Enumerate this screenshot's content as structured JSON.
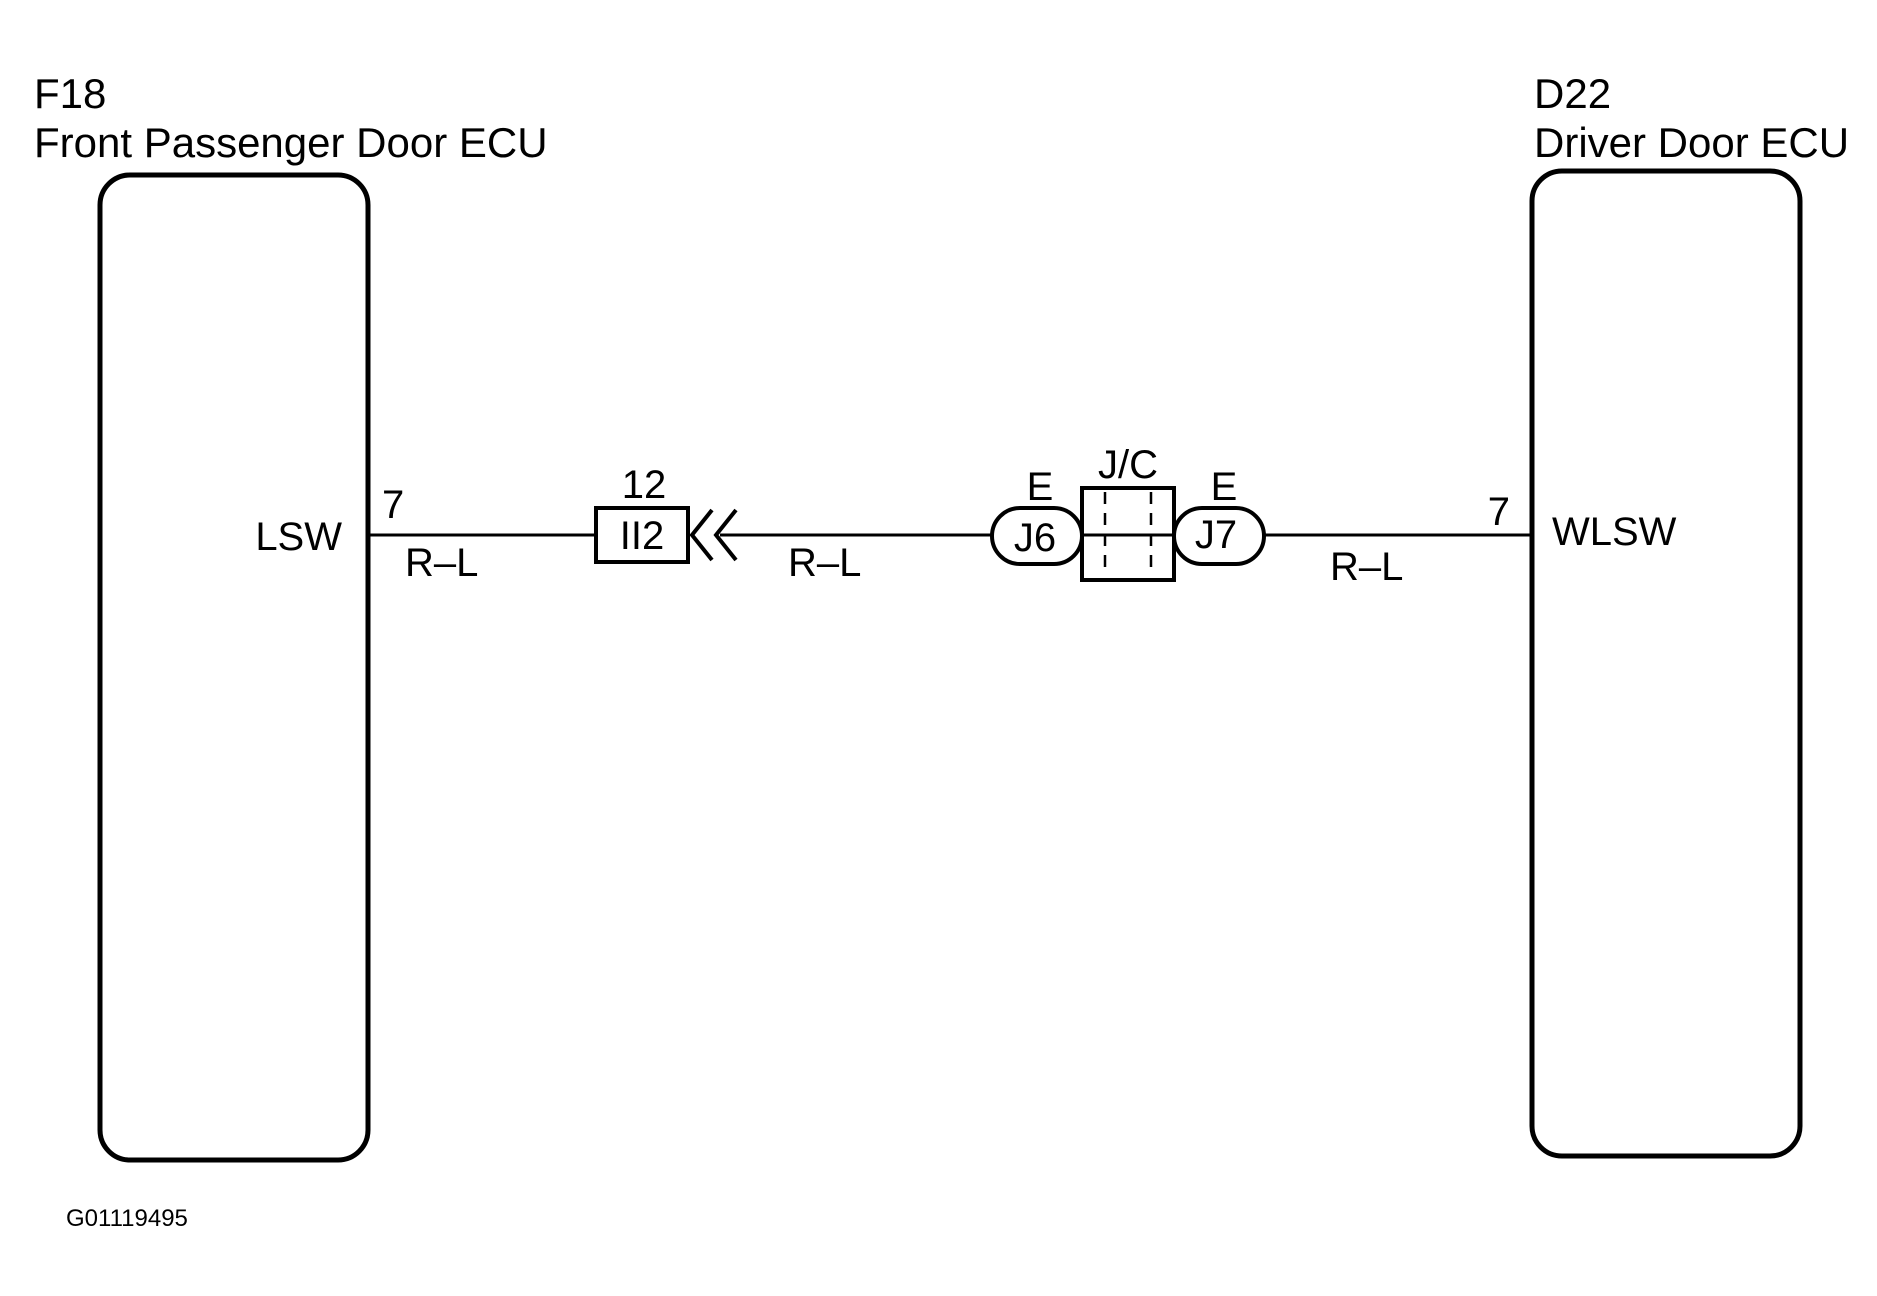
{
  "left_ecu": {
    "code": "F18",
    "name": "Front Passenger Door ECU",
    "terminal_name": "LSW",
    "pin": "7"
  },
  "right_ecu": {
    "code": "D22",
    "name": "Driver Door ECU",
    "terminal_name": "WLSW",
    "pin": "7"
  },
  "connector_ii2": {
    "label": "II2",
    "pin": "12"
  },
  "junction_connector": {
    "label": "J/C",
    "left_part": "J6",
    "left_part_code": "E",
    "right_part": "J7",
    "right_part_code": "E"
  },
  "wires": [
    {
      "color_code": "R–L"
    },
    {
      "color_code": "R–L"
    },
    {
      "color_code": "R–L"
    }
  ],
  "figure_id": "G01119495"
}
